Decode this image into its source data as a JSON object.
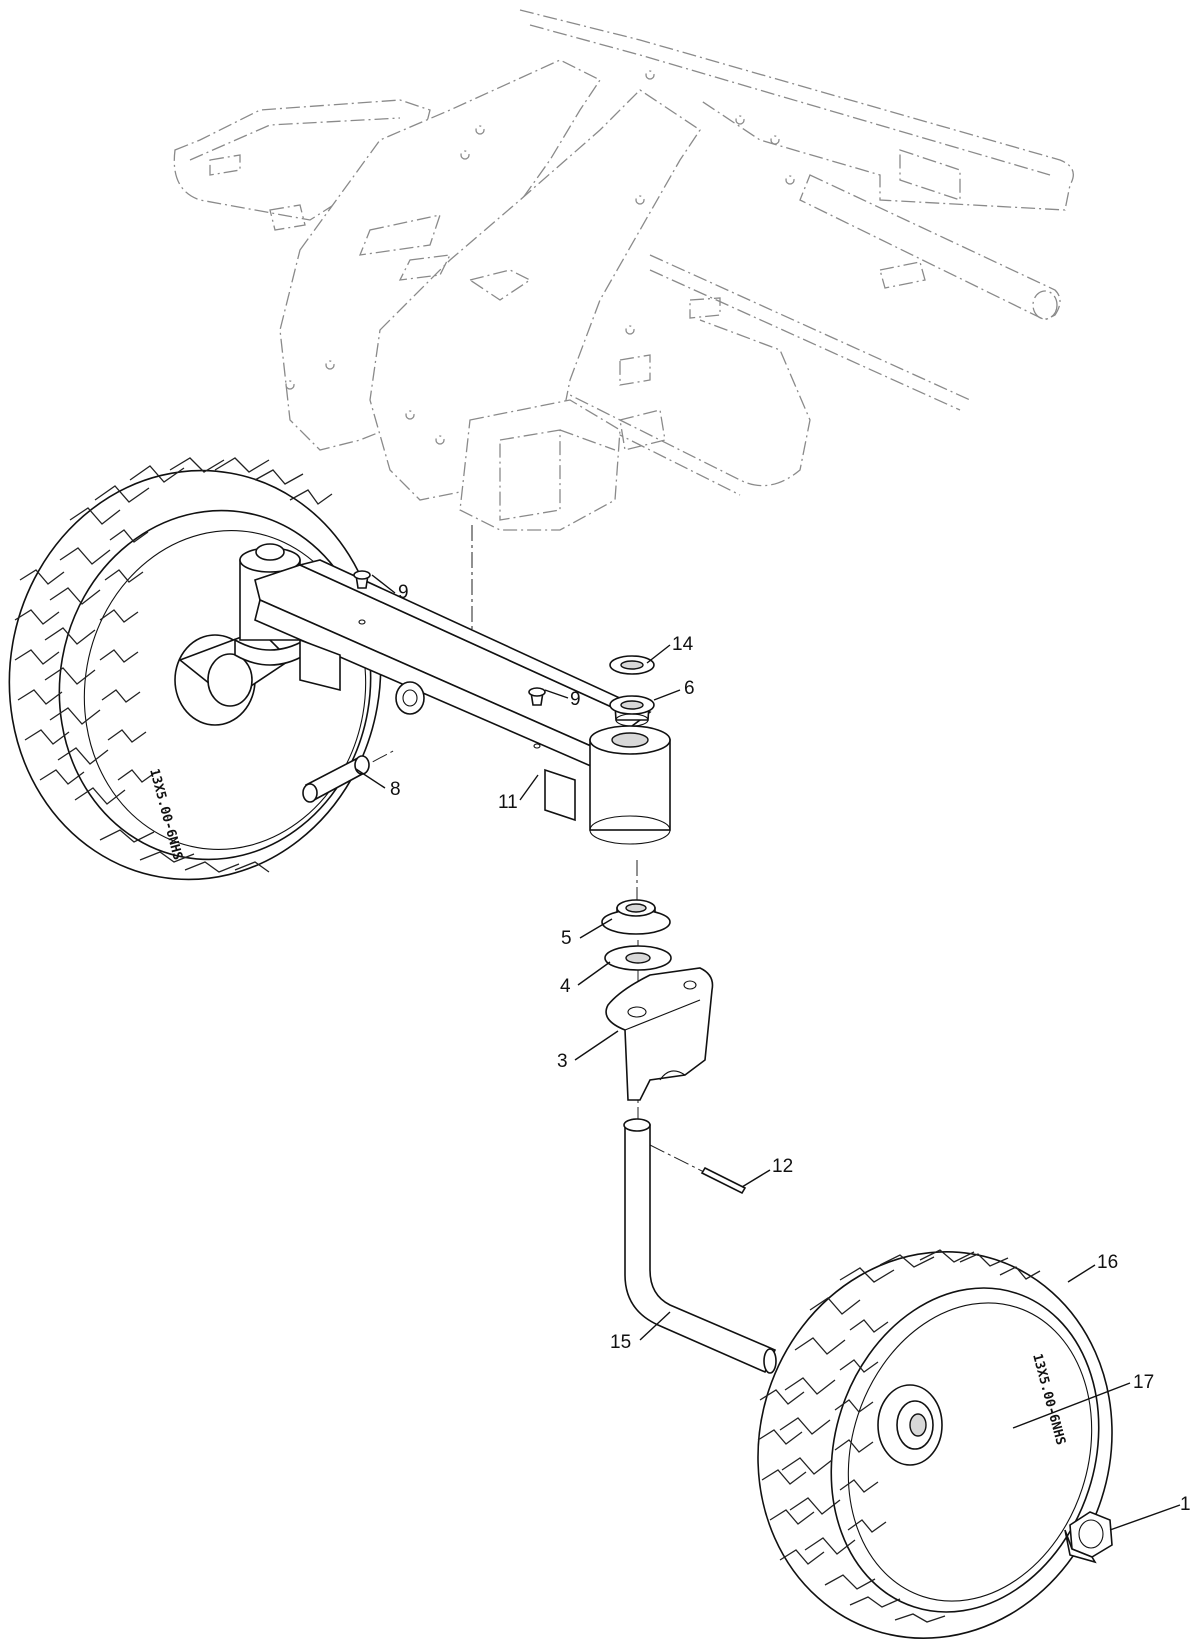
{
  "diagram": {
    "callouts": [
      {
        "id": "c-9a",
        "label": "9"
      },
      {
        "id": "c-14",
        "label": "14"
      },
      {
        "id": "c-9b",
        "label": "9"
      },
      {
        "id": "c-6",
        "label": "6"
      },
      {
        "id": "c-8",
        "label": "8"
      },
      {
        "id": "c-11",
        "label": "11"
      },
      {
        "id": "c-5",
        "label": "5"
      },
      {
        "id": "c-4",
        "label": "4"
      },
      {
        "id": "c-3",
        "label": "3"
      },
      {
        "id": "c-12",
        "label": "12"
      },
      {
        "id": "c-16",
        "label": "16"
      },
      {
        "id": "c-15",
        "label": "15"
      },
      {
        "id": "c-17",
        "label": "17"
      },
      {
        "id": "c-1",
        "label": "1"
      }
    ],
    "tire_marking_left": "13X5.00-6NHS",
    "tire_marking_right": "13X5.00-6NHS"
  }
}
